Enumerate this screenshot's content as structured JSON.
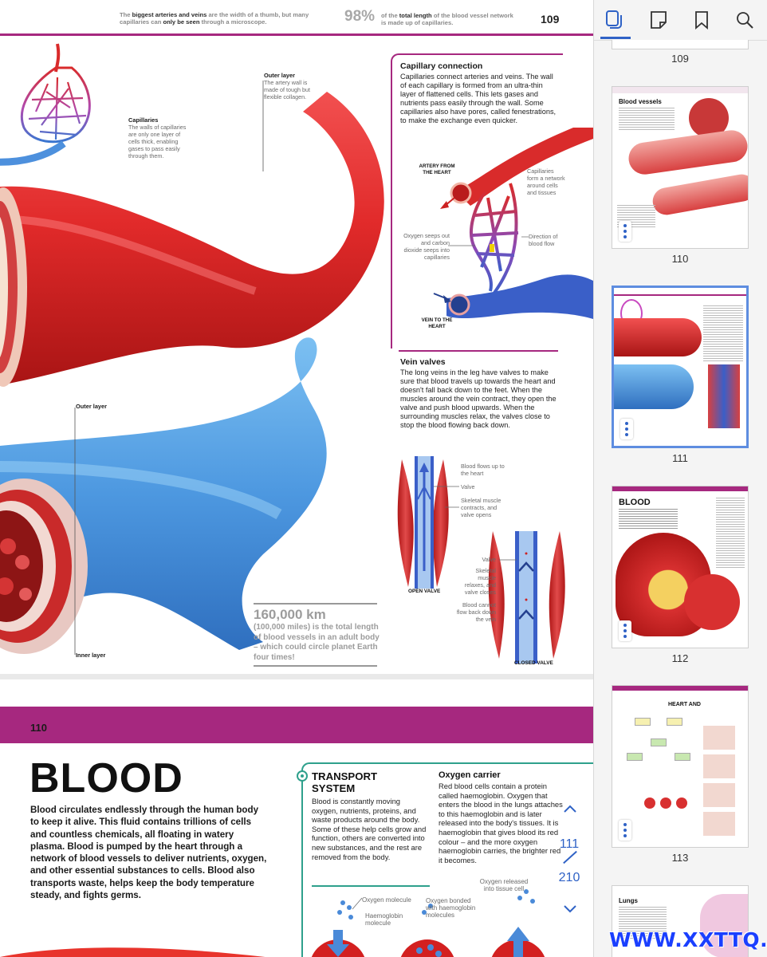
{
  "page109": {
    "header_left_html": "The <b>biggest arteries and veins</b> are the width of a thumb, but many capillaries can <b>only be seen</b> through a microscope.",
    "header_stat": "98%",
    "header_right_html": "of the <b>total length</b> of the blood vessel network is made up of capillaries.",
    "page_number": "109",
    "labels": {
      "outer_layer_top_title": "Outer layer",
      "outer_layer_top_text": "The artery wall is made of tough but flexible collagen.",
      "capillaries_title": "Capillaries",
      "capillaries_text": "The walls of capillaries are only one layer of cells thick, enabling gases to pass easily through them.",
      "outer_layer_left": "Outer layer",
      "inner_layer": "Inner layer"
    },
    "stat": {
      "big": "160,000 km",
      "text": "(100,000 miles) is the total length of blood vessels in an adult body – which could circle planet Earth four times!"
    },
    "capillary": {
      "title": "Capillary connection",
      "body": "Capillaries connect arteries and veins. The wall of each capillary is formed from an ultra-thin layer of flattened cells. This lets gases and nutrients pass easily through the wall. Some capillaries also have pores, called fenestrations, to make the exchange even quicker.",
      "artery_label": "ARTERY FROM THE HEART",
      "network_label": "Capillaries form a network around cells and tissues",
      "seep_label": "Oxygen seeps out and carbon dioxide seeps into capillaries",
      "direction_label": "Direction of blood flow",
      "vein_label": "VEIN TO THE HEART"
    },
    "valves": {
      "title": "Vein valves",
      "body": "The long veins in the leg have valves to make sure that blood travels up towards the heart and doesn't fall back down to the feet. When the muscles around the vein contract, they open the valve and push blood upwards. When the surrounding muscles relax, the valves close to stop the blood flowing back down.",
      "flows_up": "Blood flows up to the heart",
      "valve_a": "Valve",
      "contracts": "Skeletal muscle contracts, and valve opens",
      "open_valve": "OPEN VALVE",
      "valve_b": "Valve",
      "relaxes": "Skeletal muscle relaxes, and valve closes",
      "cannot_flow": "Blood cannot flow back down the vein",
      "closed_valve": "CLOSED VALVE"
    }
  },
  "page110": {
    "page_number": "110",
    "title": "BLOOD",
    "intro": "Blood circulates endlessly through the human body to keep it alive. This fluid contains trillions of cells and countless chemicals, all floating in watery plasma. Blood is pumped by the heart through a network of blood vessels to deliver nutrients, oxygen, and other essential substances to cells. Blood also transports waste, helps keep the body temperature steady, and fights germs.",
    "transport_title": "TRANSPORT SYSTEM",
    "transport_body": "Blood is constantly moving oxygen, nutrients, proteins, and waste products around the body. Some of these help cells grow and function, others are converted into new substances, and the rest are removed from the body.",
    "oxygen_title": "Oxygen carrier",
    "oxygen_body": "Red blood cells contain a protein called haemoglobin. Oxygen that enters the blood in the lungs attaches to this haemoglobin and is later released into the body's tissues. It is haemoglobin that gives blood its red colour – and the more oxygen haemoglobin carries, the brighter red it becomes.",
    "oxy_molecule": "Oxygen molecule",
    "haemoglobin_molecule": "Haemoglobin molecule",
    "oxy_bonded": "Oxygen bonded with haemoglobin molecules",
    "oxy_released": "Oxygen released into tissue cell"
  },
  "pager": {
    "current": "111",
    "total": "210"
  },
  "sidebar": {
    "thumbnails": [
      {
        "label": "109"
      },
      {
        "label": "110",
        "title": "Blood vessels"
      },
      {
        "label": "111"
      },
      {
        "label": "112",
        "title": "BLOOD"
      },
      {
        "label": "113",
        "title": "HEART AND"
      },
      {
        "title": "Lungs"
      }
    ],
    "active_page": "111"
  },
  "watermark": "WWW.XXTTQ.COM",
  "colors": {
    "accent_magenta": "#a6287f",
    "accent_teal": "#2ea08c",
    "artery_red": "#e12a2a",
    "vein_blue": "#3d86d6",
    "ui_blue": "#2f62c6",
    "active_border": "#5e8de0"
  }
}
